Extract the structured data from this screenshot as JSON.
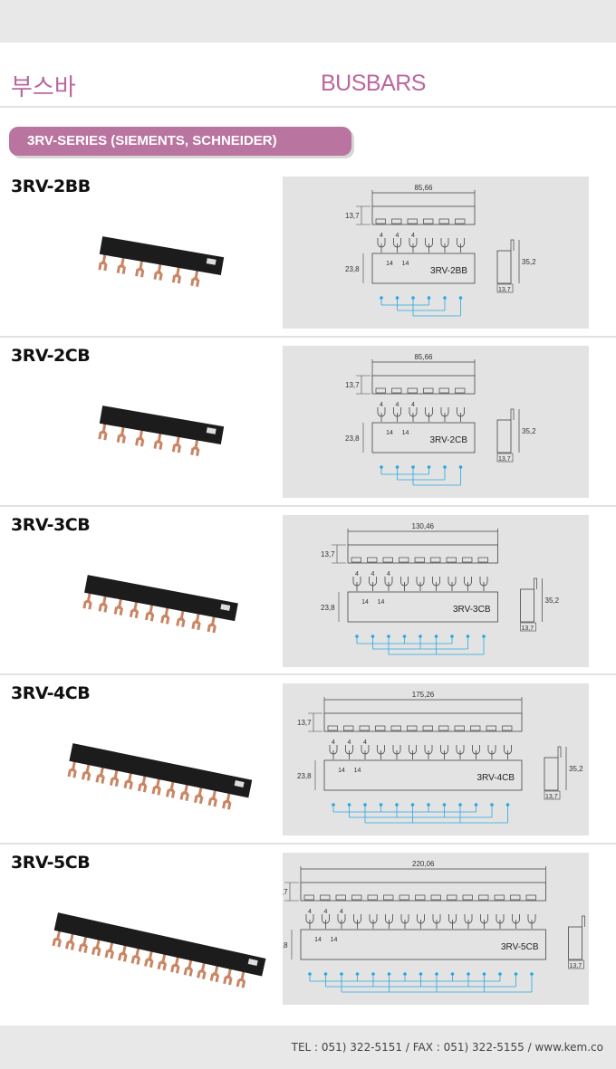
{
  "header": {
    "title_ko": "부스바",
    "title_en": "BUSBARS"
  },
  "series_label": "3RV-SERIES (SIEMENTS, SCHNEIDER)",
  "products": [
    {
      "name": "3RV-2BB",
      "overall_width": "85,66",
      "poles": 6
    },
    {
      "name": "3RV-2CB",
      "overall_width": "85,66",
      "poles": 6
    },
    {
      "name": "3RV-3CB",
      "overall_width": "130,46",
      "poles": 9
    },
    {
      "name": "3RV-4CB",
      "overall_width": "175,26",
      "poles": 12
    },
    {
      "name": "3RV-5CB",
      "overall_width": "220,06",
      "poles": 15
    }
  ],
  "dimensions": {
    "height_top": "13,7",
    "fork_width": "4",
    "pitch": "14",
    "body_height": "23,8",
    "side_height": "35,2",
    "side_width": "13,7"
  },
  "footer": "TEL : 051) 322-5151 / FAX : 051) 322-5155 / www.kem.co",
  "colors": {
    "accent": "#b9749f",
    "wire": "#29a8e0"
  }
}
